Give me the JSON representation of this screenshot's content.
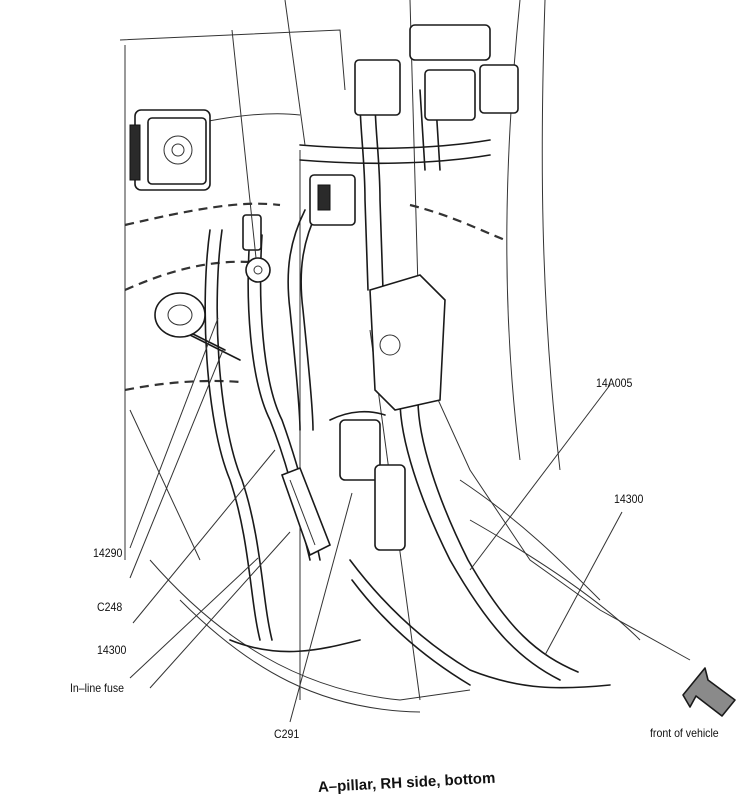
{
  "labels": {
    "l14290": "14290",
    "c248": "C248",
    "l14300_left": "14300",
    "inline_fuse": "In–line fuse",
    "c291": "C291",
    "l14a005": "14A005",
    "l14300_right": "14300",
    "front": "front of vehicle"
  },
  "caption": "A–pillar, RH side, bottom"
}
